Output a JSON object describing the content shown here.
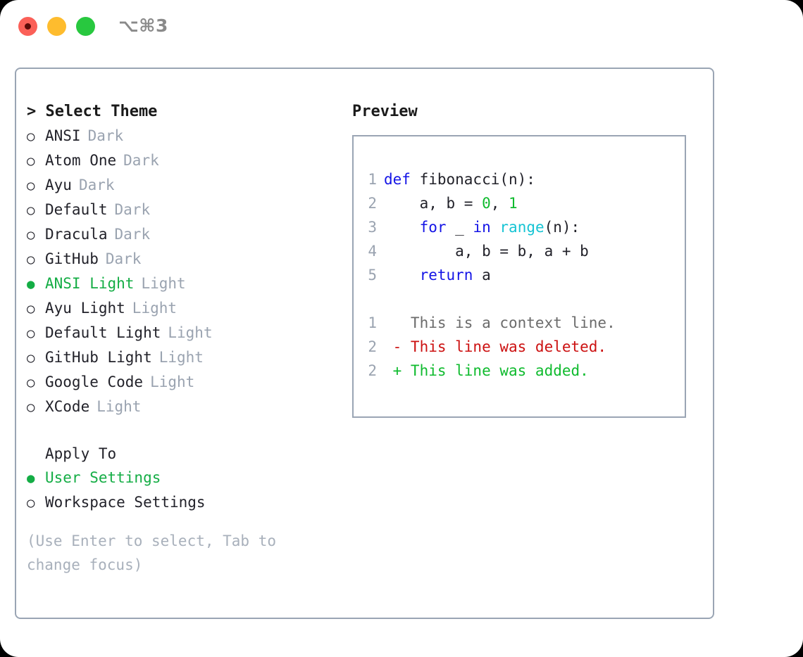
{
  "window": {
    "title": "⌥⌘3",
    "traffic_lights": [
      {
        "name": "close-button",
        "color": "#fb6058"
      },
      {
        "name": "minimize-button",
        "color": "#febc2e"
      },
      {
        "name": "maximize-button",
        "color": "#28c83f"
      }
    ],
    "border_color": "#9aa5b4"
  },
  "theme_picker": {
    "header": "> Select Theme",
    "selected_bullet": "●",
    "unselected_bullet": "○",
    "selected_color": "#14ad45",
    "tag_color": "#9aa3b0",
    "items": [
      {
        "bullet": "○",
        "label": "ANSI",
        "tag": "Dark",
        "selected": false
      },
      {
        "bullet": "○",
        "label": "Atom One",
        "tag": "Dark",
        "selected": false
      },
      {
        "bullet": "○",
        "label": "Ayu",
        "tag": "Dark",
        "selected": false
      },
      {
        "bullet": "○",
        "label": "Default",
        "tag": "Dark",
        "selected": false
      },
      {
        "bullet": "○",
        "label": "Dracula",
        "tag": "Dark",
        "selected": false
      },
      {
        "bullet": "○",
        "label": "GitHub",
        "tag": "Dark",
        "selected": false
      },
      {
        "bullet": "●",
        "label": "ANSI Light",
        "tag": "Light",
        "selected": true
      },
      {
        "bullet": "○",
        "label": "Ayu Light",
        "tag": "Light",
        "selected": false
      },
      {
        "bullet": "○",
        "label": "Default Light",
        "tag": "Light",
        "selected": false
      },
      {
        "bullet": "○",
        "label": "GitHub Light",
        "tag": "Light",
        "selected": false
      },
      {
        "bullet": "○",
        "label": "Google Code",
        "tag": "Light",
        "selected": false
      },
      {
        "bullet": "○",
        "label": "XCode",
        "tag": "Light",
        "selected": false
      }
    ]
  },
  "apply_to": {
    "header": "Apply To",
    "items": [
      {
        "bullet": "●",
        "label": "User Settings",
        "selected": true
      },
      {
        "bullet": "○",
        "label": "Workspace Settings",
        "selected": false
      }
    ]
  },
  "hint": "(Use Enter to select, Tab to change focus)",
  "preview": {
    "header": "Preview",
    "code_lines": [
      {
        "lno": "1",
        "tokens": [
          {
            "text": "def ",
            "kind": "kw"
          },
          {
            "text": "fibonacci(n):",
            "kind": "plain"
          }
        ]
      },
      {
        "lno": "2",
        "tokens": [
          {
            "text": "    a, b = ",
            "kind": "plain"
          },
          {
            "text": "0",
            "kind": "num"
          },
          {
            "text": ", ",
            "kind": "plain"
          },
          {
            "text": "1",
            "kind": "num"
          }
        ]
      },
      {
        "lno": "3",
        "tokens": [
          {
            "text": "    ",
            "kind": "plain"
          },
          {
            "text": "for",
            "kind": "kw"
          },
          {
            "text": " _ ",
            "kind": "plain"
          },
          {
            "text": "in",
            "kind": "kw"
          },
          {
            "text": " ",
            "kind": "plain"
          },
          {
            "text": "range",
            "kind": "fn"
          },
          {
            "text": "(n):",
            "kind": "plain"
          }
        ]
      },
      {
        "lno": "4",
        "tokens": [
          {
            "text": "        a, b = b, a + b",
            "kind": "plain"
          }
        ]
      },
      {
        "lno": "5",
        "tokens": [
          {
            "text": "    ",
            "kind": "plain"
          },
          {
            "text": "return",
            "kind": "kw"
          },
          {
            "text": " a",
            "kind": "plain"
          }
        ]
      }
    ],
    "diff_lines": [
      {
        "lno": "1",
        "tokens": [
          {
            "text": "   This is a context line.",
            "kind": "ctx"
          }
        ]
      },
      {
        "lno": "2",
        "tokens": [
          {
            "text": " - This line was deleted.",
            "kind": "del"
          }
        ]
      },
      {
        "lno": "2",
        "tokens": [
          {
            "text": " + This line was added.",
            "kind": "add"
          }
        ]
      }
    ],
    "syntax_colors": {
      "keyword": "#1414e6",
      "function": "#16c4d4",
      "number": "#0fbb2e",
      "plain": "#22222a",
      "line_number": "#9aa3b0",
      "diff_context": "#6b6b6b",
      "diff_deleted": "#cc1111",
      "diff_added": "#0fbb2e"
    }
  }
}
